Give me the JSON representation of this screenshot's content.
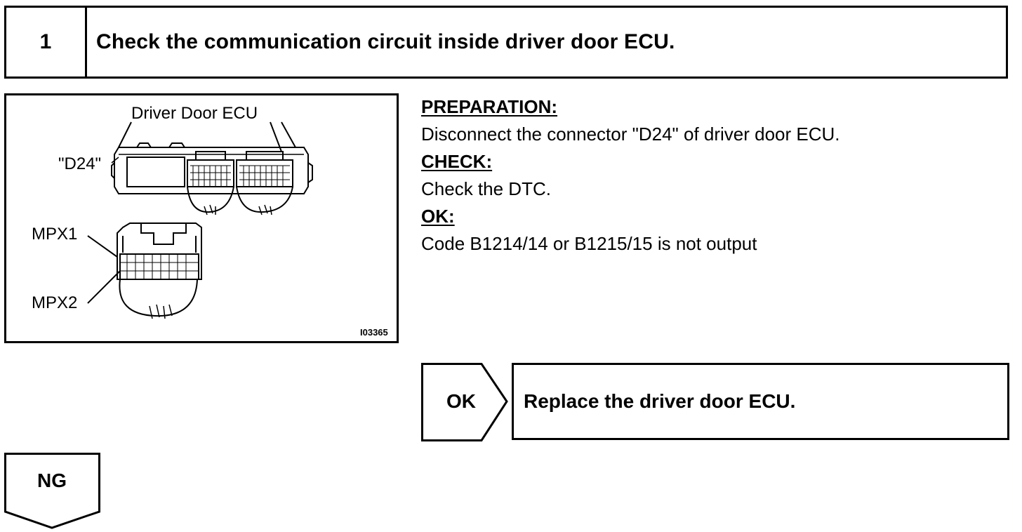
{
  "step": {
    "number": "1",
    "title": "Check the communication circuit inside driver door ECU."
  },
  "figure": {
    "label_ecu": "Driver Door ECU",
    "label_connector": "\"D24\"",
    "label_mpx1": "MPX1",
    "label_mpx2": "MPX2",
    "figure_code": "I03365"
  },
  "instructions": {
    "preparation_heading": "PREPARATION:",
    "preparation_text": "Disconnect the connector \"D24\" of driver door ECU.",
    "check_heading": "CHECK:",
    "check_text": "Check the DTC.",
    "ok_heading": "OK:",
    "ok_text": "Code B1214/14 or B1215/15 is not output"
  },
  "outcomes": {
    "ok_label": "OK",
    "ok_action": "Replace the driver door ECU.",
    "ng_label": "NG"
  }
}
